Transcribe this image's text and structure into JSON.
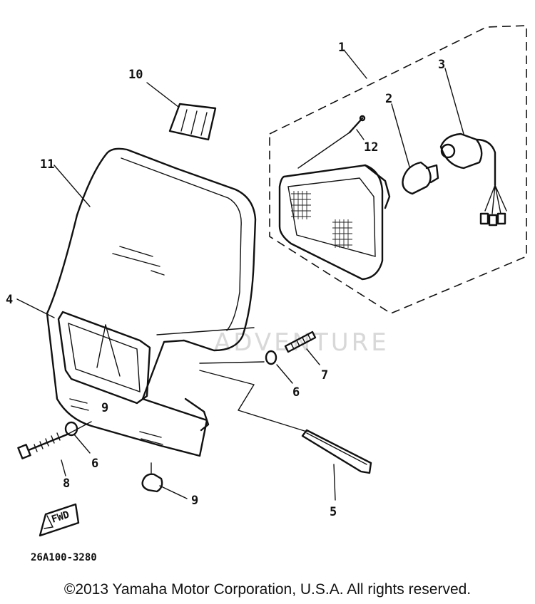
{
  "diagram": {
    "callouts": [
      "1",
      "2",
      "3",
      "4",
      "5",
      "6",
      "6",
      "7",
      "8",
      "9",
      "9",
      "10",
      "11",
      "12"
    ],
    "fwd_label": "FWD",
    "watermark": "ADVENTURE",
    "part_code": "26A100-3280"
  },
  "footer": {
    "copyright": "©2013 Yamaha Motor Corporation, U.S.A. All rights reserved."
  }
}
